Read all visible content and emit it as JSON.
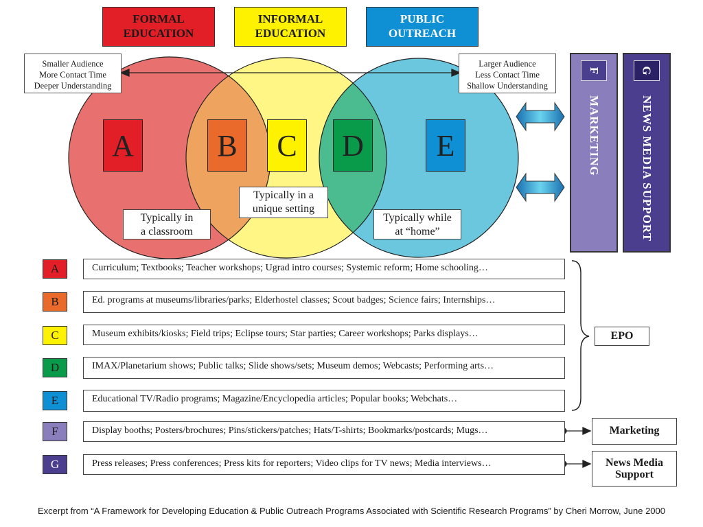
{
  "headers": [
    {
      "label": "FORMAL\nEDUCATION",
      "color": "#e21e26"
    },
    {
      "label": "INFORMAL\nEDUCATION",
      "color": "#fff200"
    },
    {
      "label": "PUBLIC\nOUTREACH",
      "color": "#0f8fd4"
    }
  ],
  "notes": {
    "left": "Smaller Audience\nMore Contact Time\nDeeper Understanding",
    "right": "Larger Audience\nLess Contact Time\nShallow Understanding"
  },
  "circles": {
    "red": "#e8706f",
    "yellow": "#fff685",
    "blue": "#6ac7dd",
    "red_yellow": "#eea45f",
    "yellow_blue": "#4bbb90"
  },
  "venn_letters": [
    {
      "letter": "A",
      "color": "#e21e26"
    },
    {
      "letter": "B",
      "color": "#ea6a2b"
    },
    {
      "letter": "C",
      "color": "#fff200"
    },
    {
      "letter": "D",
      "color": "#0a9b4a"
    },
    {
      "letter": "E",
      "color": "#0f8fd4"
    }
  ],
  "tags": {
    "classroom": "Typically  in\na classroom",
    "unique": "Typically in a\nunique setting",
    "home": "Typically while\nat “home”"
  },
  "bars": {
    "f": {
      "letter": "F",
      "label": "MARKETING",
      "color": "#8a7fbc",
      "box_color": "#4a3f8f"
    },
    "g": {
      "letter": "G",
      "label": "NEWS MEDIA SUPPORT",
      "color": "#4b3e8e",
      "box_color": "#2b2166"
    }
  },
  "rows": [
    {
      "letter": "A",
      "color": "#e21e26",
      "text": "Curriculum; Textbooks; Teacher workshops;  Ugrad intro courses; Systemic reform; Home schooling…"
    },
    {
      "letter": "B",
      "color": "#ea6a2b",
      "text": "Ed. programs at museums/libraries/parks; Elderhostel classes; Scout badges; Science fairs; Internships…"
    },
    {
      "letter": "C",
      "color": "#fff200",
      "text": "Museum exhibits/kiosks; Field trips; Eclipse tours; Star parties; Career workshops; Parks displays…"
    },
    {
      "letter": "D",
      "color": "#0a9b4a",
      "text": "IMAX/Planetarium shows; Public talks; Slide shows/sets; Museum demos;  Webcasts; Performing arts…"
    },
    {
      "letter": "E",
      "color": "#0f8fd4",
      "text": "Educational TV/Radio programs; Magazine/Encyclopedia articles; Popular books;  Webchats…"
    },
    {
      "letter": "F",
      "color": "#8a7fbc",
      "text": "Display booths; Posters/brochures; Pins/stickers/patches; Hats/T-shirts; Bookmarks/postcards; Mugs…"
    },
    {
      "letter": "G",
      "color": "#4b3e8e",
      "text": "Press releases; Press conferences; Press kits for reporters; Video clips for TV news; Media interviews…"
    }
  ],
  "right_labels": {
    "epo": "EPO",
    "marketing": "Marketing",
    "news": "News Media\nSupport"
  },
  "caption": "Excerpt from “A Framework for Developing Education & Public Outreach Programs Associated with Scientific Research Programs”  by Cheri Morrow, June 2000"
}
